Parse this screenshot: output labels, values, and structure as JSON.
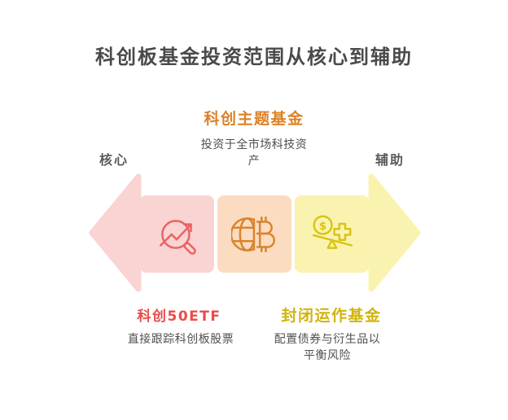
{
  "title": "科创板基金投资范围从核心到辅助",
  "top_section": {
    "title": "科创主题基金",
    "description": "投资于全市场科技资产"
  },
  "spectrum": {
    "left_label": "核心",
    "right_label": "辅助",
    "direction": "从核心到辅助"
  },
  "segments": [
    {
      "id": "star-theme-fund",
      "icon": "trend-magnifier-icon",
      "fill": "#fad3d3",
      "stroke": "#e96363"
    },
    {
      "id": "global-tech-assets",
      "icon": "globe-bitcoin-icon",
      "fill": "#fbdcc0",
      "stroke": "#d9842f"
    },
    {
      "id": "closed-operation-fund",
      "icon": "balance-coin-plus-icon",
      "fill": "#faf3b0",
      "stroke": "#d9c414"
    }
  ],
  "arrow": {
    "left_head_color": "#fad3d3",
    "right_head_color": "#faf3b0"
  },
  "bottom_sections": [
    {
      "title": "科创50ETF",
      "description": "直接跟踪科创板股票",
      "color": "#e94b4b"
    },
    {
      "title": "封闭运作基金",
      "description": "配置债券与衍生品以平衡风险",
      "color": "#d1b40b"
    }
  ],
  "colors": {
    "title_text": "#4a4a4a",
    "body_text": "#4f4f4f",
    "axis_text": "#5a5a5a",
    "top_label_orange": "#dd8125",
    "red_label": "#e94b4b",
    "gold_label": "#d1b40b"
  },
  "icons": {
    "dollar_glyph": "$"
  }
}
